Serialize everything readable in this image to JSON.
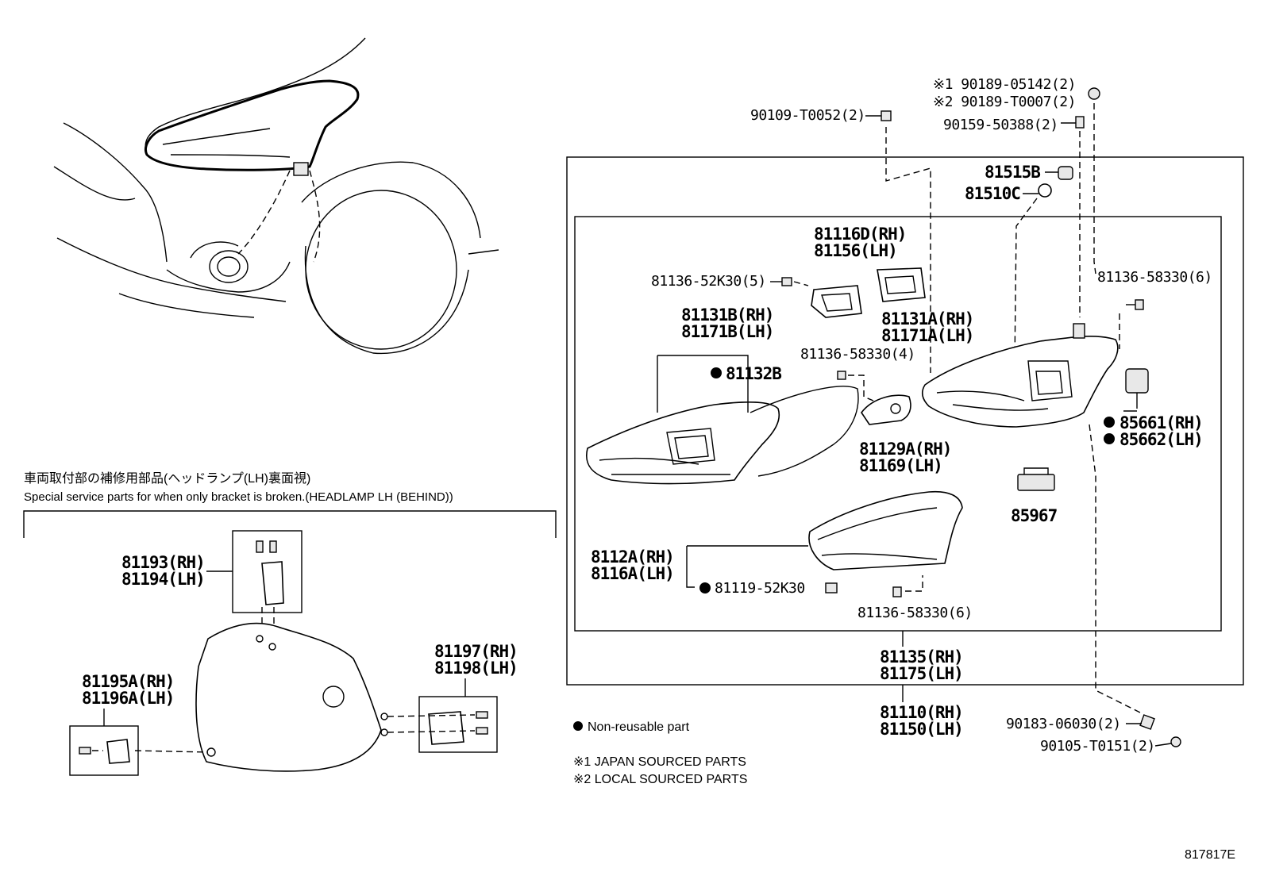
{
  "labels": {
    "l90109": "90109-T0052(2)",
    "l90189a": "※1 90189-05142(2)",
    "l90189b": "※2 90189-T0007(2)",
    "l90159": "90159-50388(2)",
    "l81515": "81515B",
    "l81510": "81510C",
    "l81116": "81116D(RH)",
    "l81156": "81156(LH)",
    "l81136a": "81136-52K30(5)",
    "l81131a": "81131A(RH)",
    "l81171a": "81171A(LH)",
    "l81136b": "81136-58330(6)",
    "l81131b": "81131B(RH)",
    "l81171b": "81171B(LH)",
    "l81132": "81132B",
    "l81136c": "81136-58330(4)",
    "l85661": "85661(RH)",
    "l85662": "85662(LH)",
    "l81129": "81129A(RH)",
    "l81169": "81169(LH)",
    "l85967": "85967",
    "l8112a": "8112A(RH)",
    "l8116a": "8116A(LH)",
    "l81119": "81119-52K30",
    "l81136d": "81136-58330(6)",
    "l81135": "81135(RH)",
    "l81175": "81175(LH)",
    "l81110": "81110(RH)",
    "l81150": "81150(LH)",
    "l90183": "90183-06030(2)",
    "l90105": "90105-T0151(2)",
    "l81193": "81193(RH)",
    "l81194": "81194(LH)",
    "l81195": "81195A(RH)",
    "l81196": "81196A(LH)",
    "l81197": "81197(RH)",
    "l81198": "81198(LH)"
  },
  "notes": {
    "jp_title": "車両取付部の補修用部品(ヘッドランプ(LH)裏面視)",
    "en_title": "Special service parts for when only bracket is broken.(HEADLAMP LH (BEHIND))",
    "non_reusable": "Non-reusable part",
    "japan": "※1 JAPAN SOURCED PARTS",
    "local": "※2 LOCAL SOURCED PARTS",
    "diagram_id": "817817E"
  },
  "icons": {
    "bullet": "filled-circle-icon"
  }
}
